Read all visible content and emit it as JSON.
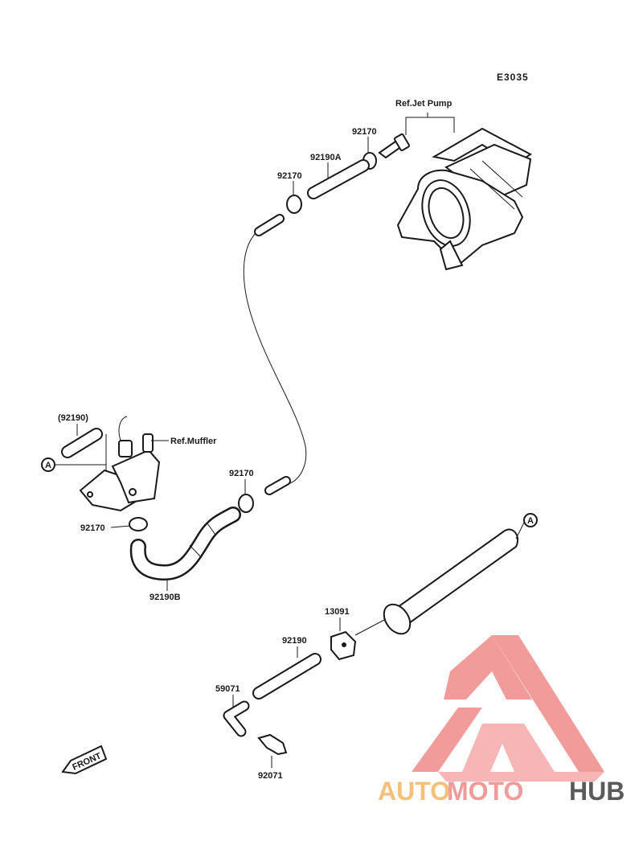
{
  "diagram": {
    "code": "E3035",
    "labels": {
      "ref_jet_pump": "Ref.Jet Pump",
      "ref_muffler": "Ref.Muffler",
      "p92170_top_right": "92170",
      "p92190A": "92190A",
      "p92170_top_left": "92170",
      "p92190_paren": "(92190)",
      "p92170_mid": "92170",
      "p92170_left": "92170",
      "p92190B": "92190B",
      "p13091": "13091",
      "p92190": "92190",
      "p59071": "59071",
      "p92071": "92071"
    },
    "connector_marks": [
      "A",
      "A"
    ],
    "front_arrow": "FRONT"
  },
  "watermark": {
    "part1": "AUTO",
    "part2": "MOTO",
    "part3": "HUB",
    "colors": {
      "light": "#f5c07a",
      "pink": "#f09a9a",
      "dark": "#5a5a5a",
      "triangle": "#f08a8a"
    }
  }
}
